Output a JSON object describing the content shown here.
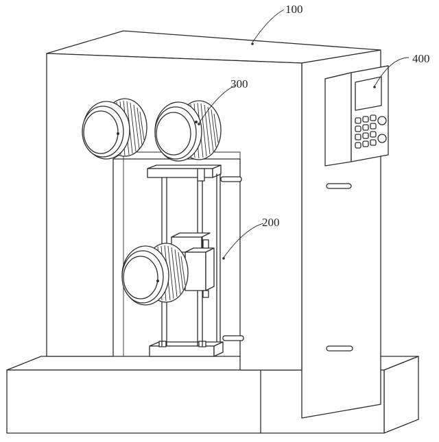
{
  "labels": {
    "machine_frame": "100",
    "roller_assembly": "200",
    "drive_wheel": "300",
    "control_panel": "400"
  }
}
